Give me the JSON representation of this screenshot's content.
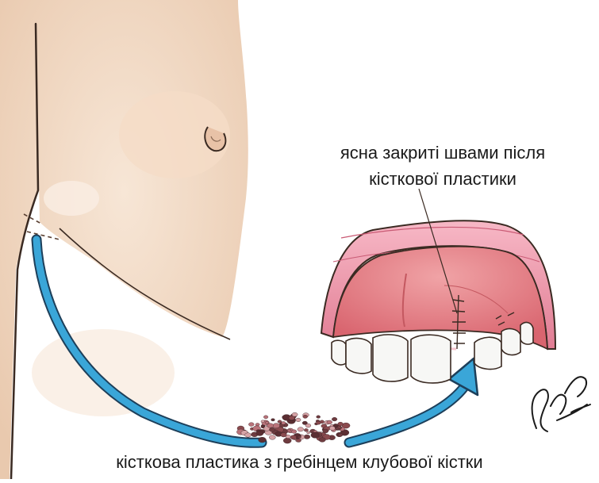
{
  "labels": {
    "gum_callout_line1": "ясна закриті швами після",
    "gum_callout_line2": "кісткової пластики",
    "caption": "кісткова пластика з гребінцем клубової кістки"
  },
  "signature_text": "J.W.Law MD",
  "colors": {
    "skin": "#efd7c2",
    "skin_shadow": "#d9b59a",
    "outline": "#3a2a22",
    "gum": "#e58a97",
    "lip": "#f2a3b4",
    "palate": "#e47f86",
    "tooth": "#f7f7f5",
    "arrow": "#3aa6d8",
    "bone_graft": "#8a4a4e"
  }
}
